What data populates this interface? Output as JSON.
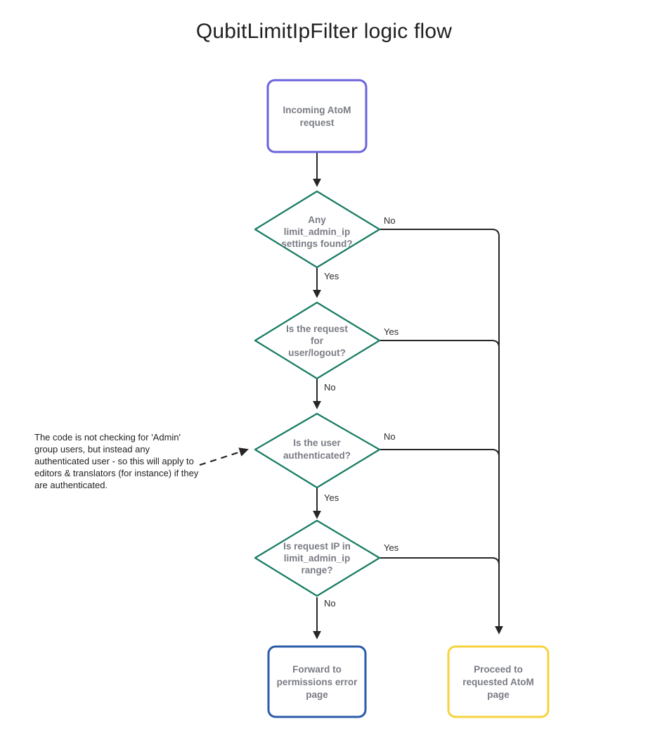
{
  "title": "QubitLimitIpFilter logic flow",
  "colors": {
    "start_border": "#6b63dd",
    "decision_border": "#177b63",
    "error_border": "#2a5aa8",
    "proceed_border": "#f6d33e",
    "node_text": "#7a7c85",
    "edge": "#262626",
    "background": "#ffffff"
  },
  "nodes": {
    "start": {
      "id": "incoming-request",
      "shape": "rounded-rect",
      "lines": [
        "Incoming AtoM",
        "request"
      ]
    },
    "decision1": {
      "id": "limit-admin-ip-settings",
      "shape": "diamond",
      "lines": [
        "Any",
        "limit_admin_ip",
        "settings found?"
      ]
    },
    "decision2": {
      "id": "request-user-logout",
      "shape": "diamond",
      "lines": [
        "Is the request",
        "for",
        "user/logout?"
      ]
    },
    "decision3": {
      "id": "user-authenticated",
      "shape": "diamond",
      "lines": [
        "Is the user",
        "authenticated?"
      ]
    },
    "decision4": {
      "id": "request-ip-in-range",
      "shape": "diamond",
      "lines": [
        "Is request IP in",
        "limit_admin_ip",
        "range?"
      ]
    },
    "error": {
      "id": "permissions-error",
      "shape": "rounded-rect",
      "lines": [
        "Forward to",
        "permissions error",
        "page"
      ]
    },
    "proceed": {
      "id": "proceed-atom-page",
      "shape": "rounded-rect",
      "lines": [
        "Proceed to",
        "requested AtoM",
        "page"
      ]
    }
  },
  "edges": {
    "d1_no": "No",
    "d1_yes": "Yes",
    "d2_yes": "Yes",
    "d2_no": "No",
    "d3_no": "No",
    "d3_yes": "Yes",
    "d4_yes": "Yes",
    "d4_no": "No"
  },
  "note": {
    "id": "admin-group-note",
    "lines": [
      "The code is not checking for 'Admin'",
      "group users, but instead any",
      "authenticated user - so this will apply to",
      "editors & translators (for instance) if they",
      "are authenticated."
    ]
  },
  "chart_data": {
    "type": "diagram",
    "diagram_kind": "flowchart",
    "direction": "top-down",
    "title": "QubitLimitIpFilter logic flow",
    "nodes": [
      {
        "id": "start",
        "label": "Incoming AtoM request",
        "shape": "rounded-rect",
        "border": "#6b63dd"
      },
      {
        "id": "d1",
        "label": "Any limit_admin_ip settings found?",
        "shape": "diamond",
        "border": "#177b63"
      },
      {
        "id": "d2",
        "label": "Is the request for user/logout?",
        "shape": "diamond",
        "border": "#177b63"
      },
      {
        "id": "d3",
        "label": "Is the user authenticated?",
        "shape": "diamond",
        "border": "#177b63"
      },
      {
        "id": "d4",
        "label": "Is request IP in limit_admin_ip range?",
        "shape": "diamond",
        "border": "#177b63"
      },
      {
        "id": "error",
        "label": "Forward to permissions error page",
        "shape": "rounded-rect",
        "border": "#2a5aa8"
      },
      {
        "id": "proceed",
        "label": "Proceed to requested AtoM page",
        "shape": "rounded-rect",
        "border": "#f6d33e"
      },
      {
        "id": "note",
        "label": "The code is not checking for 'Admin' group users, but instead any authenticated user - so this will apply to editors & translators (for instance) if they are authenticated.",
        "shape": "text-note",
        "border": "none"
      }
    ],
    "edges": [
      {
        "from": "start",
        "to": "d1",
        "label": "",
        "style": "solid"
      },
      {
        "from": "d1",
        "to": "proceed",
        "label": "No",
        "style": "solid"
      },
      {
        "from": "d1",
        "to": "d2",
        "label": "Yes",
        "style": "solid"
      },
      {
        "from": "d2",
        "to": "proceed",
        "label": "Yes",
        "style": "solid"
      },
      {
        "from": "d2",
        "to": "d3",
        "label": "No",
        "style": "solid"
      },
      {
        "from": "d3",
        "to": "proceed",
        "label": "No",
        "style": "solid"
      },
      {
        "from": "d3",
        "to": "d4",
        "label": "Yes",
        "style": "solid"
      },
      {
        "from": "d4",
        "to": "proceed",
        "label": "Yes",
        "style": "solid"
      },
      {
        "from": "d4",
        "to": "error",
        "label": "No",
        "style": "solid"
      },
      {
        "from": "note",
        "to": "d3",
        "label": "",
        "style": "dashed"
      }
    ]
  }
}
